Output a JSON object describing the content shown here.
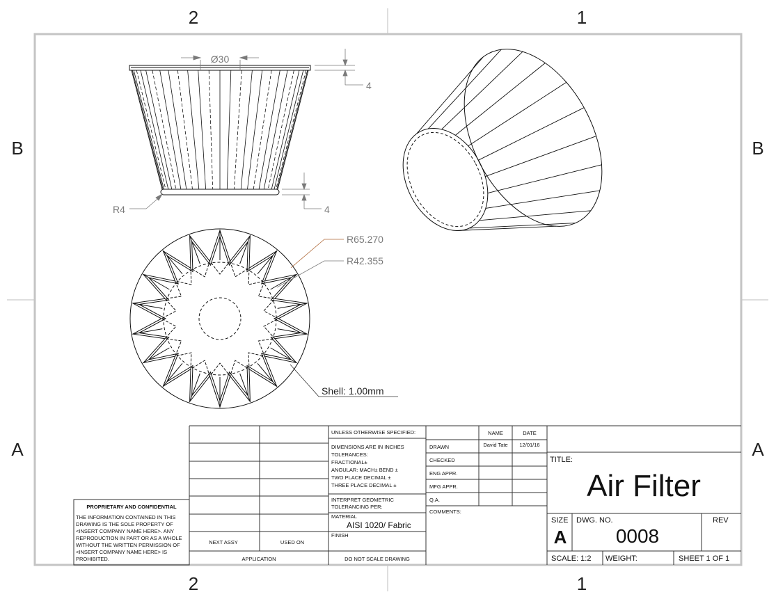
{
  "zones": {
    "top": [
      "2",
      "1"
    ],
    "bottom": [
      "2",
      "1"
    ],
    "left": [
      "B",
      "A"
    ],
    "right": [
      "B",
      "A"
    ]
  },
  "dimensions": {
    "diameter": "Ø30",
    "top_rim": "4",
    "bottom_rim": "4",
    "fillet": "R4",
    "outer_radius": "R65.270",
    "inner_radius": "R42.355",
    "shell": "Shell: 1.00mm"
  },
  "title_block": {
    "proprietary_heading": "PROPRIETARY AND CONFIDENTIAL",
    "proprietary_lines": [
      "THE INFORMATION CONTAINED IN THIS",
      "DRAWING IS THE SOLE PROPERTY OF",
      "<INSERT COMPANY NAME HERE>. ANY",
      "REPRODUCTION IN PART OR AS A WHOLE",
      "WITHOUT THE WRITTEN PERMISSION OF",
      "<INSERT COMPANY NAME HERE> IS",
      "PROHIBITED."
    ],
    "next_assy": "NEXT ASSY",
    "used_on": "USED ON",
    "application": "APPLICATION",
    "unless": "UNLESS OTHERWISE SPECIFIED:",
    "tolerance_lines": [
      "DIMENSIONS ARE IN INCHES",
      "TOLERANCES:",
      "FRACTIONAL±",
      "ANGULAR: MACH±    BEND ±",
      "TWO PLACE DECIMAL   ±",
      "THREE PLACE DECIMAL  ±"
    ],
    "interpret_lines": [
      "INTERPRET GEOMETRIC",
      "TOLERANCING PER:"
    ],
    "material_label": "MATERIAL",
    "material_value": "AISI 1020/ Fabric",
    "finish_label": "FINISH",
    "do_not_scale": "DO NOT SCALE DRAWING",
    "col_name": "NAME",
    "col_date": "DATE",
    "approval_rows": [
      {
        "label": "DRAWN",
        "name": "David Tate",
        "date": "12/01/16"
      },
      {
        "label": "CHECKED",
        "name": "",
        "date": ""
      },
      {
        "label": "ENG APPR.",
        "name": "",
        "date": ""
      },
      {
        "label": "MFG APPR.",
        "name": "",
        "date": ""
      },
      {
        "label": "Q.A.",
        "name": "",
        "date": ""
      }
    ],
    "comments": "COMMENTS:",
    "title_label": "TITLE:",
    "title": "Air Filter",
    "size_label": "SIZE",
    "size": "A",
    "dwg_label": "DWG.  NO.",
    "dwg_no": "0008",
    "rev_label": "REV",
    "scale": "SCALE: 1:2",
    "weight": "WEIGHT:",
    "sheet": "SHEET 1 OF 1"
  }
}
